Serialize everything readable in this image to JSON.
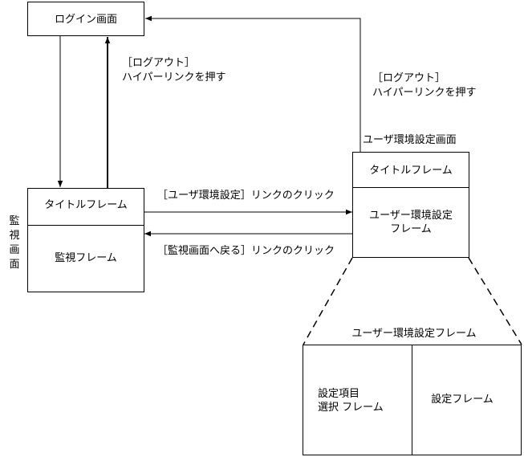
{
  "login_screen": {
    "label": "ログイン画面"
  },
  "monitor_screen": {
    "side_label": [
      "監",
      "視",
      "画",
      "面"
    ],
    "title_frame": "タイトルフレーム",
    "monitor_frame": "監視フレーム"
  },
  "user_env_screen": {
    "caption": "ユーザ環境設定画面",
    "title_frame": "タイトルフレーム",
    "settings_frame": [
      "ユーザー環境設定",
      "フレーム"
    ]
  },
  "detail": {
    "caption": "ユーザー環境設定フレーム",
    "item_select_frame": [
      "設定項目",
      "選択 フレーム"
    ],
    "setting_frame": "設定フレーム"
  },
  "edges": {
    "logout_from_monitor": [
      "［ログアウト］",
      "ハイパーリンクを押す"
    ],
    "logout_from_user_env": [
      "［ログアウト］",
      "ハイパーリンクを押す"
    ],
    "to_user_env": "［ユーザ環境設定］リンクのクリック",
    "back_to_monitor": "［監視画面へ戻る］リンクのクリック"
  }
}
